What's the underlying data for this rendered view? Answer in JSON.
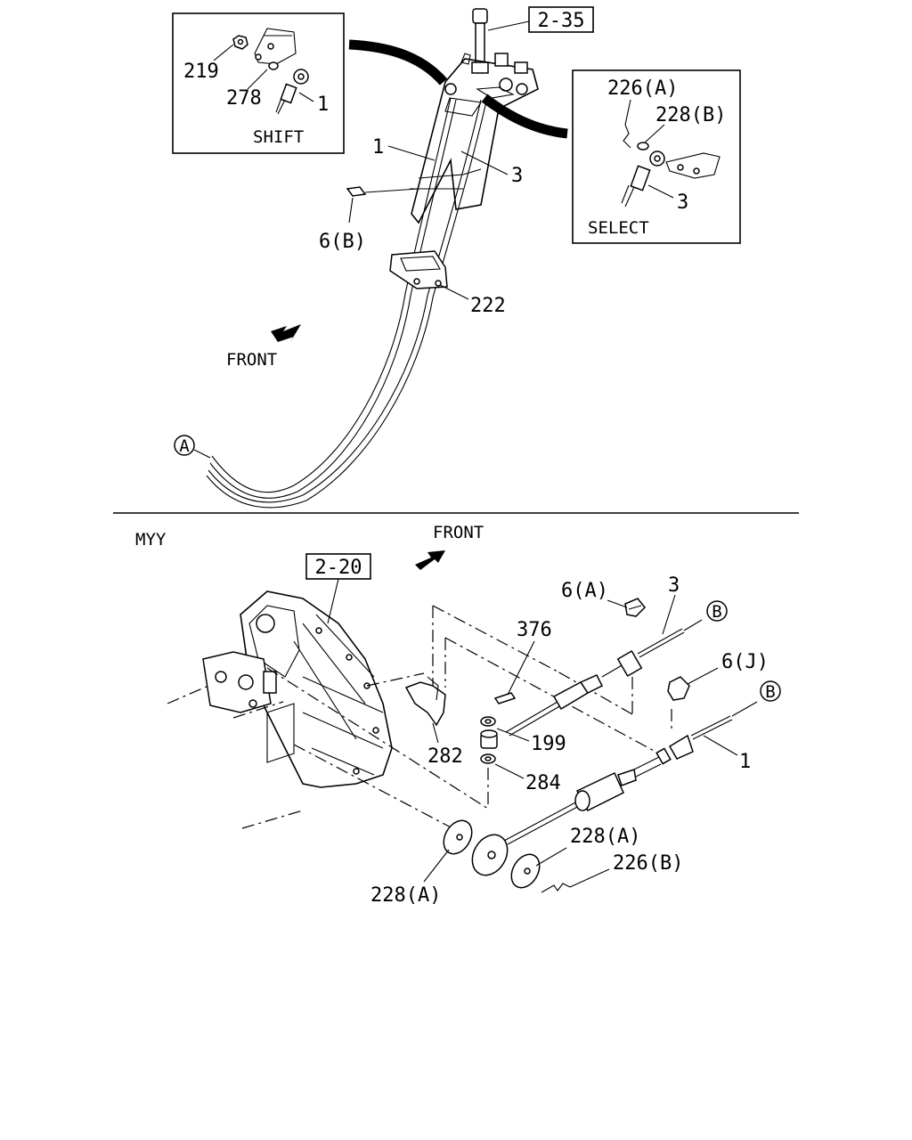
{
  "top_section": {
    "ref_box_top": "2-35",
    "shift_box": {
      "title": "SHIFT",
      "labels": [
        "219",
        "278",
        "1"
      ]
    },
    "select_box": {
      "title": "SELECT",
      "labels": [
        "226(A)",
        "228(B)",
        "3"
      ]
    },
    "callouts": {
      "cable_1": "1",
      "cable_3": "3",
      "clip_6b": "6(B)",
      "bracket_222": "222"
    },
    "front_label": "FRONT",
    "connector_a": "A"
  },
  "bottom_section": {
    "variant_label": "MYY",
    "front_label": "FRONT",
    "ref_box_bottom": "2-20",
    "callouts": {
      "clip_6a": "6(A)",
      "cable_3": "3",
      "pin_376": "376",
      "clip_6j": "6(J)",
      "washer_199": "199",
      "bracket_282": "282",
      "cable_1": "1",
      "washer_284": "284",
      "washer_228a_right": "228(A)",
      "pin_226b": "226(B)",
      "washer_228a_left": "228(A)"
    },
    "connector_b_1": "B",
    "connector_b_2": "B"
  }
}
